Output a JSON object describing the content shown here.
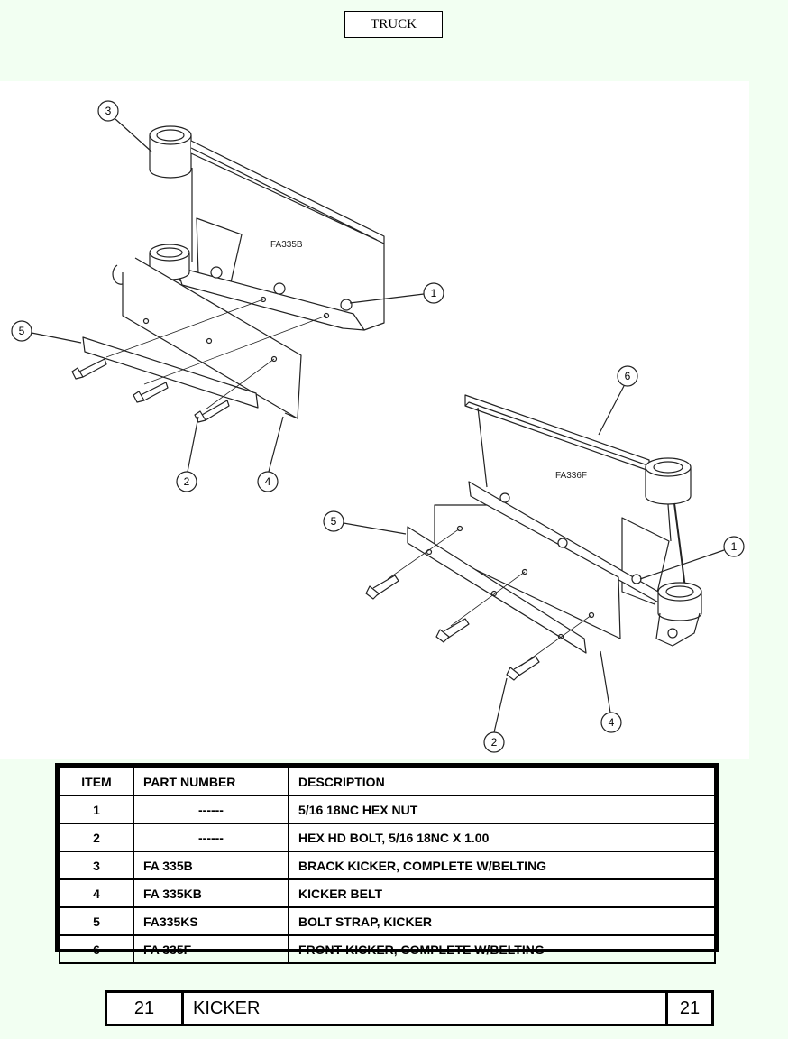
{
  "header": {
    "title": "TRUCK"
  },
  "drawing": {
    "assembly_labels": {
      "rear": "FA335B",
      "front": "FA336F"
    },
    "callouts": {
      "r3": "3",
      "r1": "1",
      "r5": "5",
      "r2": "2",
      "r4": "4",
      "f6": "6",
      "f5": "5",
      "f1": "1",
      "f4": "4",
      "f2": "2"
    }
  },
  "parts_table": {
    "headers": {
      "item": "ITEM",
      "part": "PART NUMBER",
      "desc": "DESCRIPTION"
    },
    "rows": [
      {
        "item": "1",
        "part": "------",
        "desc": "5/16 18NC HEX NUT"
      },
      {
        "item": "2",
        "part": "------",
        "desc": "HEX HD BOLT, 5/16 18NC X 1.00"
      },
      {
        "item": "3",
        "part": "FA 335B",
        "desc": "BRACK KICKER, COMPLETE W/BELTING"
      },
      {
        "item": "4",
        "part": "FA 335KB",
        "desc": "KICKER BELT"
      },
      {
        "item": "5",
        "part": "FA335KS",
        "desc": "BOLT STRAP, KICKER"
      },
      {
        "item": "6",
        "part": "FA 335F",
        "desc": "FRONT KICKER, COMPLETE W/BELTING"
      }
    ]
  },
  "footer": {
    "left_num": "21",
    "title": "KICKER",
    "right_num": "21"
  }
}
